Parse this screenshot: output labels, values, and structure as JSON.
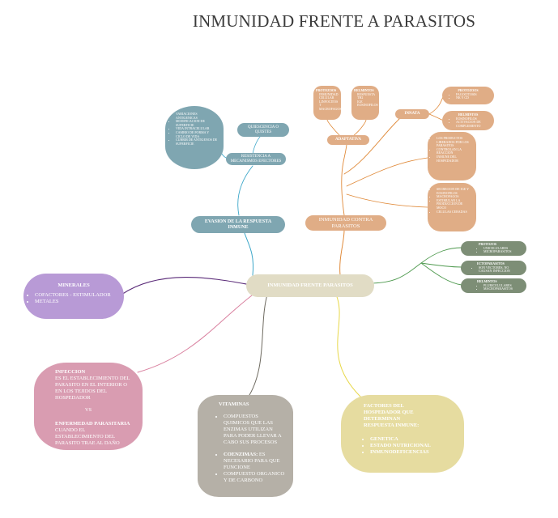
{
  "title": "INMUNIDAD FRENTE A PARASITOS",
  "colors": {
    "center": "#e1dcc5",
    "teal": "#7fa6b1",
    "orange": "#e0ad86",
    "green": "#7d8e76",
    "purple": "#b89ad6",
    "pink": "#d99cb1",
    "gray": "#b5b0a7",
    "yellow": "#e6dca0"
  },
  "center": {
    "label": "INMUNIDAD FRENTE PARASITOS"
  },
  "evasion": {
    "label": "EVASION DE LA RESPUESTA INMUNE",
    "detail_items": [
      "VARIACIONES ANTIGENICAS",
      "MODIFICACION DE SUPERFICIE",
      "VIDA INTRACELULAR",
      "CAMBIO DE FORMA Y CICLO DE VIDA",
      "CUBRIR DE ANTIGENOS DE SUPERFICIE"
    ],
    "cysts": "QUIESCENCIA O QUISTES",
    "resistance": "RESISTENCIA A MECANISMOS EFECTORES"
  },
  "inmunidad": {
    "label": "INMUNIDAD CONTRA PARASITOS",
    "adaptativa": "ADAPTATIVA",
    "innata": "INNATA",
    "protozoos_left": {
      "title": "PROTOZOOS",
      "items": [
        "INMUNIDAD CELULAR",
        "LINFOCITOS T",
        "MACROFAGOS"
      ]
    },
    "helmintos_left": {
      "title": "HELMINTOS",
      "items": [
        "RESPUESTA TH2",
        "IGE",
        "EOSINOFILOS"
      ]
    },
    "protozoos_right": {
      "title": "PROTOZOOS",
      "items": [
        "FAGOCITOSIS",
        "NK Y CD"
      ]
    },
    "helmintos_right": {
      "title": "HELMINTOS",
      "items": [
        "EOSINOFILOS",
        "ACTIVACION DE COMPLEMENTO"
      ]
    },
    "box1_items": [
      "LOS PRODUCTOS LIBERADOS POR LOS PARASITOS",
      "CONTROLAN LA REACCION",
      "INMUNE DEL HOSPEDADOR"
    ],
    "box2_items": [
      "SECRECION DE IGE Y EOSINOFILOS",
      "MACROFAGOS",
      "ESTIMULAN LA PRODUCCION DE MOCO",
      "CELULAS CEBADAS"
    ]
  },
  "parasitos": [
    {
      "title": "PROTOZOS",
      "items": [
        "UNICELULARES",
        "MICROPARASITOS"
      ]
    },
    {
      "title": "ECTOPARASITOS",
      "items": [
        "SON VECTORES, NO CAUSAN INFECCION"
      ]
    },
    {
      "title": "HELMINTOS",
      "items": [
        "PLURICELULARES",
        "MACROPARASITOS"
      ]
    }
  ],
  "minerales": {
    "title": "MINERALES",
    "items": [
      "COFACTORES - ESTIMULADOR",
      "METALES"
    ]
  },
  "infeccion": {
    "title": "INFECCION",
    "text": "ES EL ESTABLECIMIENTO DEL PARASITO EN EL INTERIOR O EN LOS TEJIDOS DEL HOSPEDADOR",
    "vs": "VS",
    "title2": "ENFERMEDAD PARASITARIA",
    "text2": "CUANDO EL ESTABLECIMIENTO DEL PARASITO TRAE AL DAÑO"
  },
  "vitaminas": {
    "title": "VITAMINAS",
    "item1": "COMPUESTOS QUIMICOS QUE LAS ENZIMAS UTILIZAN PARA PODER LLEVAR A CABO SUS PROCESOS",
    "coenzimas_title": "COENZIMAS:",
    "coenzimas_text": "ES NECESARIO PARA QUE FUNCIONE",
    "item3": "COMPUESTO ORGANICO Y DE CARBONO"
  },
  "factores": {
    "title": "FACTORES DEL HOSPEDADOR QUE DETERMINAN RESPUESTA INMUNE:",
    "items": [
      "GENETICA",
      "ESTADO NUTRICIONAL",
      "INMUNODEFICENCIAS"
    ]
  }
}
